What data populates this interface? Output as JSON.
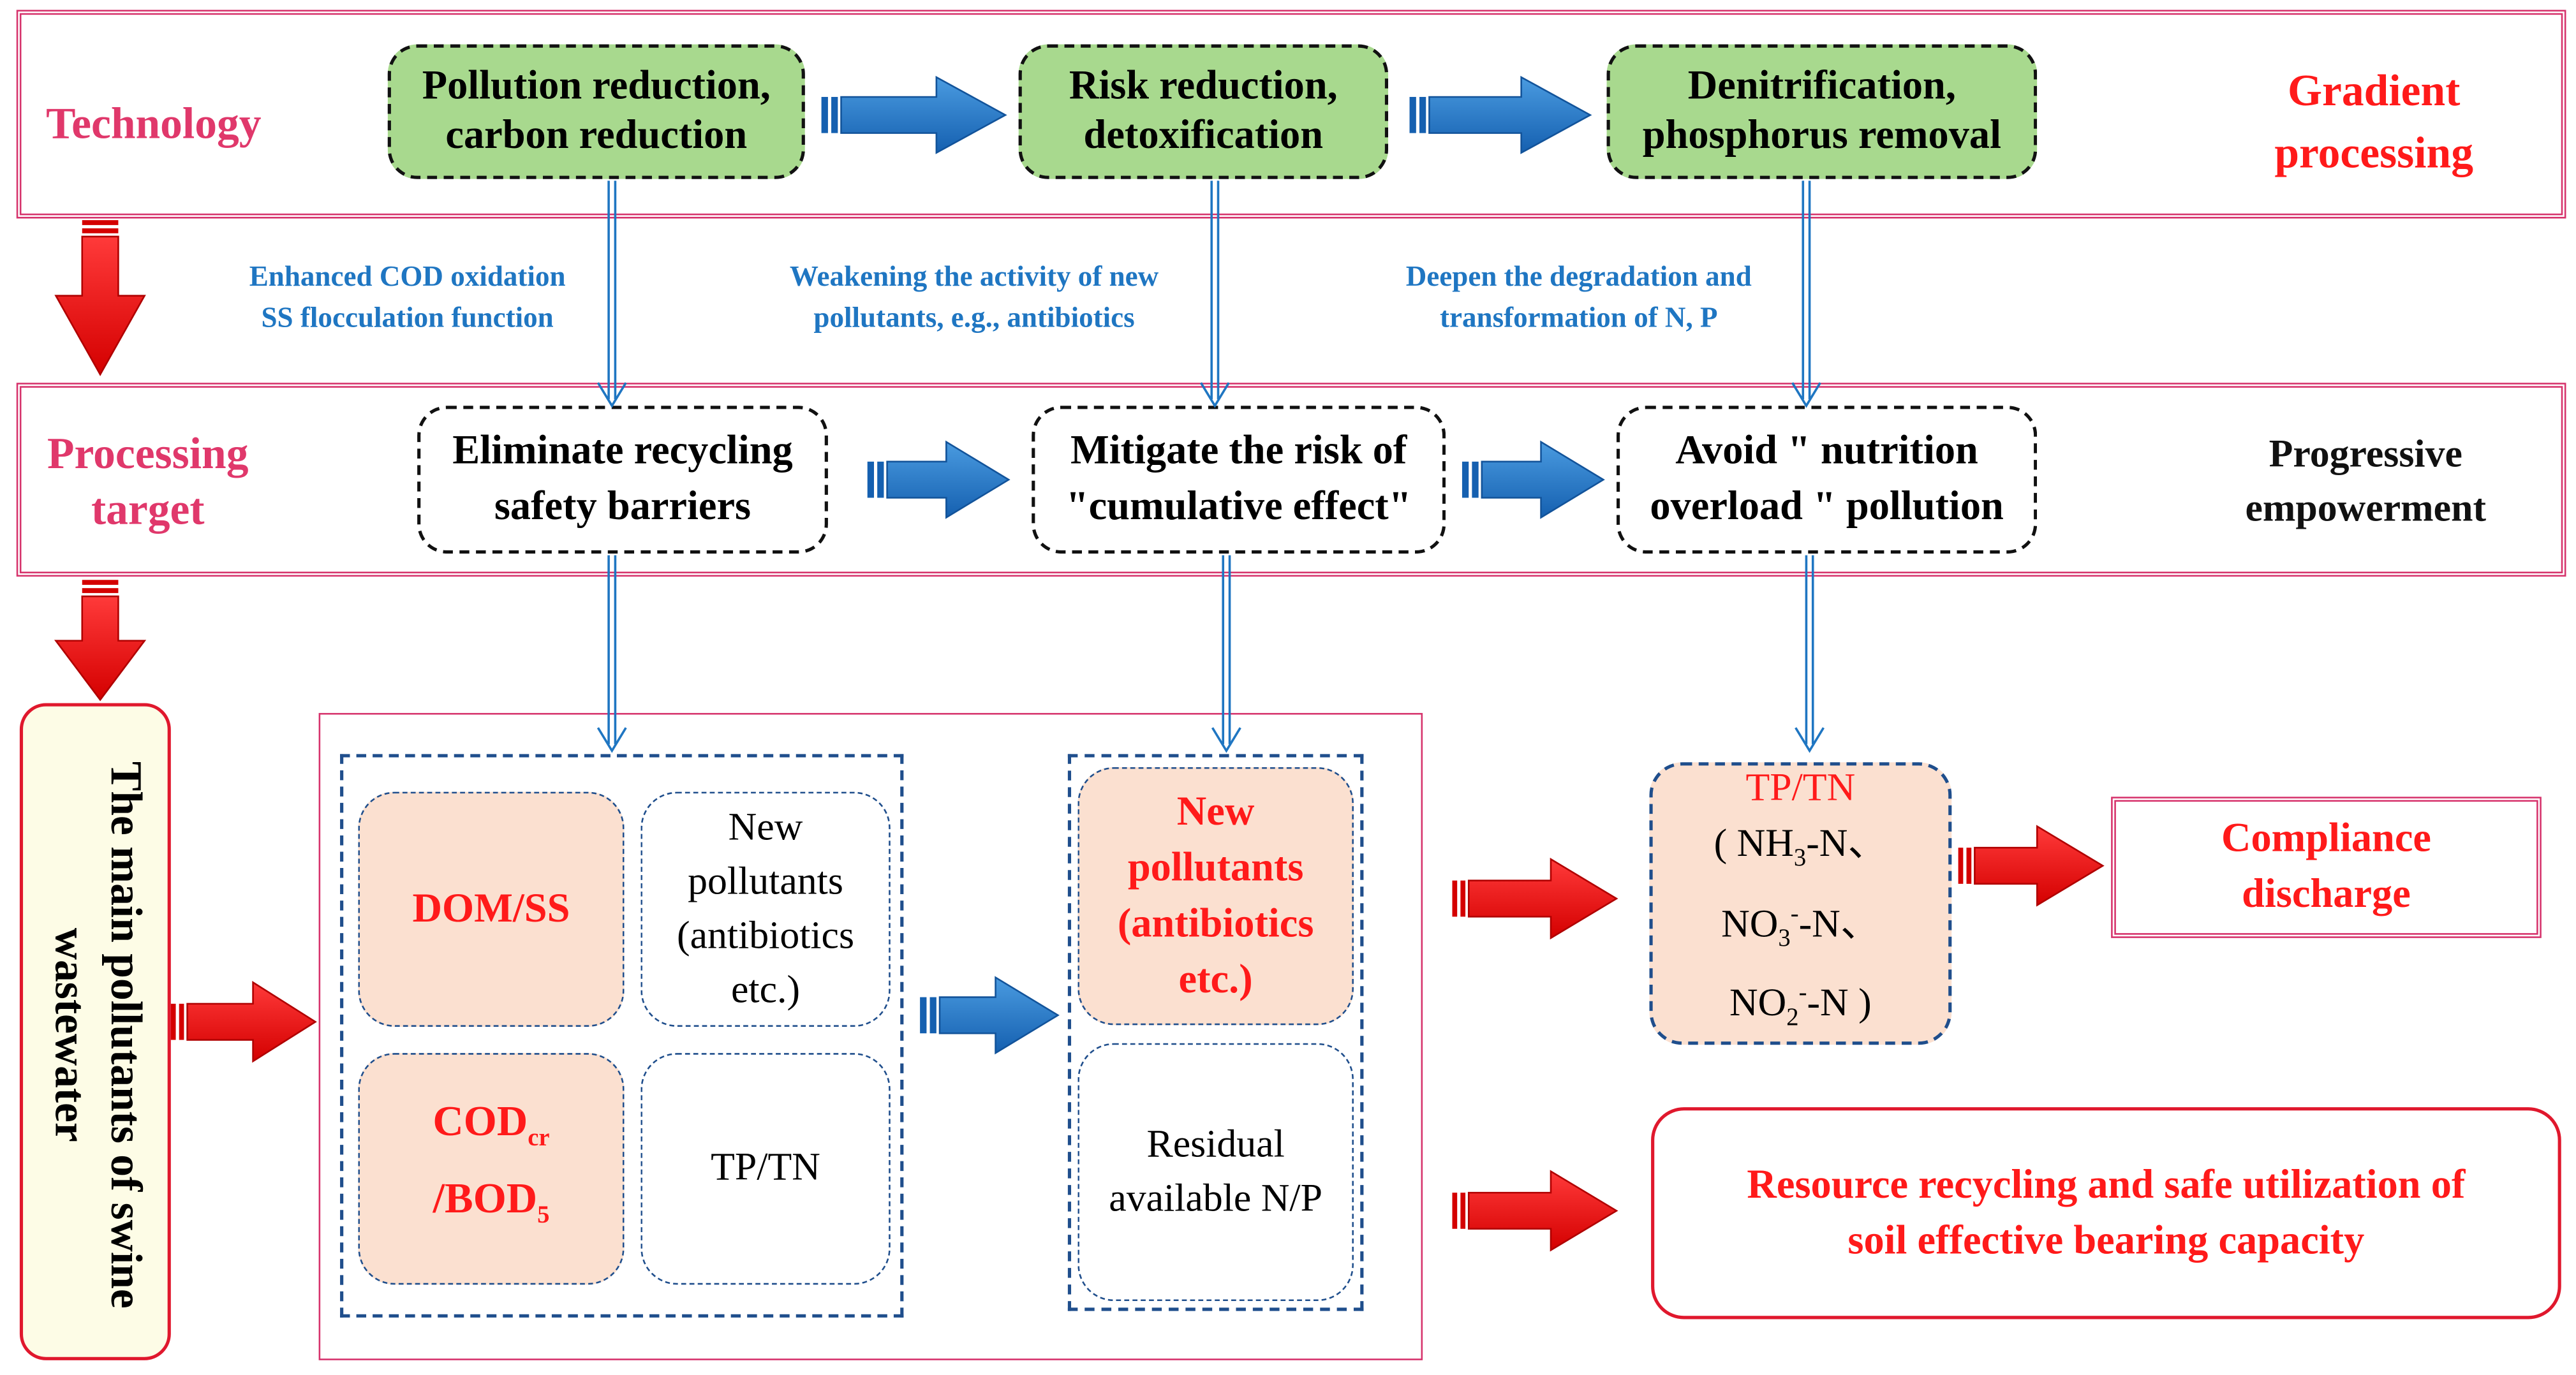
{
  "colors": {
    "band_border": "#d6336c",
    "label_pink": "#e0386b",
    "accent_red": "#ff1a1a",
    "note_blue": "#1f76c2",
    "arrow_blue": "#1e74c6",
    "dash_blue": "#1f4e8c",
    "green_fill": "#a8d98e",
    "peach_fill": "#fbe0d0",
    "cream_fill": "#fdfce6"
  },
  "technology": {
    "label": "Technology",
    "steps": [
      {
        "line1": "Pollution reduction,",
        "line2": "carbon reduction"
      },
      {
        "line1": "Risk reduction,",
        "line2": "detoxification"
      },
      {
        "line1": "Denitrification,",
        "line2": "phosphorus removal"
      }
    ],
    "side_label": {
      "line1": "Gradient",
      "line2": "processing"
    }
  },
  "notes": [
    {
      "line1": "Enhanced COD oxidation",
      "line2": "SS flocculation function"
    },
    {
      "line1": "Weakening the activity of new",
      "line2": "pollutants, e.g., antibiotics"
    },
    {
      "line1": "Deepen the degradation and",
      "line2": "transformation of N, P"
    }
  ],
  "target": {
    "label": {
      "line1": "Processing",
      "line2": "target"
    },
    "steps": [
      {
        "line1": "Eliminate recycling",
        "line2": "safety barriers"
      },
      {
        "line1": "Mitigate the risk of",
        "line2": "\"cumulative effect\""
      },
      {
        "line1": "Avoid \" nutrition",
        "line2": "overload \" pollution"
      }
    ],
    "side_label": {
      "line1": "Progressive",
      "line2": "empowerment"
    }
  },
  "main_pollutants": {
    "line1": "The main pollutants of swine",
    "line2": "wastewater"
  },
  "grid": {
    "dom_ss": "DOM/SS",
    "new_pollutants": {
      "line1": "New",
      "line2": "pollutants",
      "line3": "(antibiotics",
      "line4": "etc.)"
    },
    "cod": {
      "main1": "COD",
      "sub1": "cr",
      "main2": "/BOD",
      "sub2": "5"
    },
    "tp_tn": "TP/TN"
  },
  "residual": {
    "new_pollutants": {
      "line1": "New",
      "line2": "pollutants",
      "line3": "(antibiotics",
      "line4": "etc.)"
    },
    "available": {
      "line1": "Residual",
      "line2": "available N/P"
    }
  },
  "tp_box": {
    "title": "TP/TN",
    "l1_a": "( NH",
    "l1_sub": "3",
    "l1_b": "-N、",
    "l2_a": "NO",
    "l2_sub": "3",
    "l2_sup": "-",
    "l2_b": "-N、",
    "l3_a": "NO",
    "l3_sub": "2",
    "l3_sup": "-",
    "l3_b": "-N )"
  },
  "outcomes": {
    "compliance": {
      "line1": "Compliance",
      "line2": "discharge"
    },
    "resource": {
      "line1": "Resource recycling and safe utilization of",
      "line2": "soil effective bearing capacity"
    }
  }
}
